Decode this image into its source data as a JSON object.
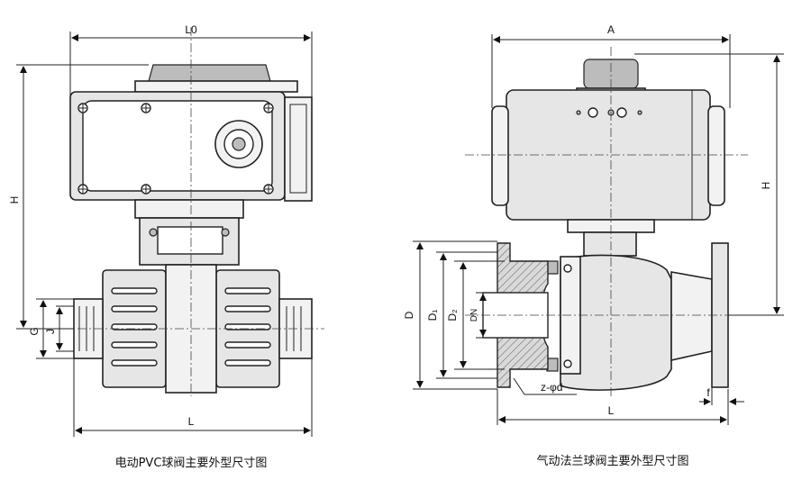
{
  "left_figure": {
    "caption": "电动PVC球阀主要外型尺寸图",
    "dims": {
      "L0": "L0",
      "H": "H",
      "G": "G",
      "J": "J",
      "L": "L"
    }
  },
  "right_figure": {
    "caption": "气动法兰球阀主要外型尺寸图",
    "dims": {
      "A": "A",
      "H": "H",
      "D": "D",
      "D1": "D₁",
      "D2": "D₂",
      "DN": "DN",
      "z_phi_d": "z-φd",
      "f": "f",
      "L": "L"
    }
  }
}
